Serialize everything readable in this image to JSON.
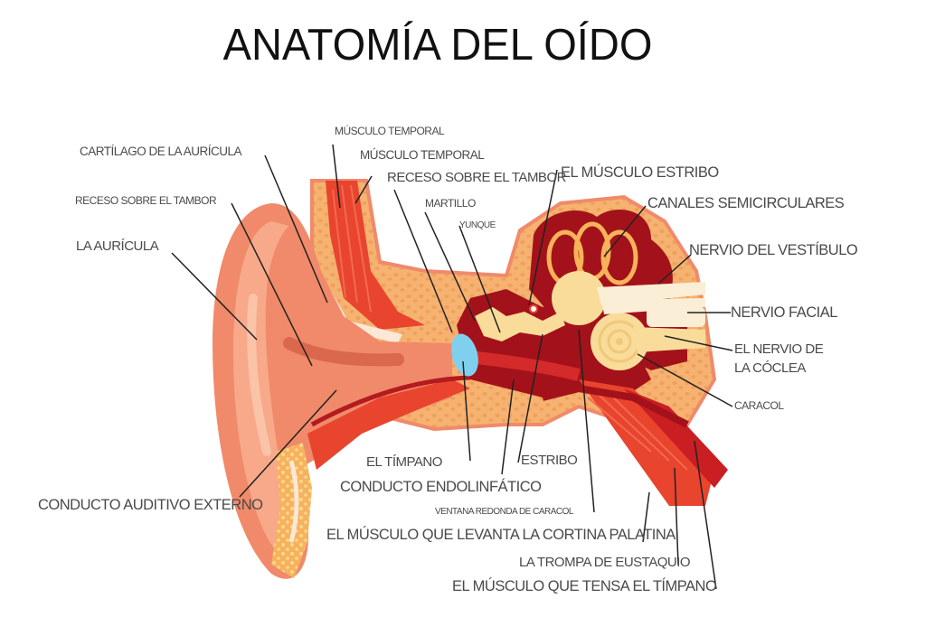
{
  "title": "ANATOMÍA DEL OÍDO",
  "colors": {
    "skin": "#f08a6a",
    "skin_light": "#f7a98a",
    "bone": "#f5b271",
    "bone_dots": "#fbd38f",
    "muscle": "#e8442e",
    "cavity": "#a3121a",
    "inner_ear": "#f9dc9a",
    "nerve": "#fbeed6",
    "eardrum": "#7fd0ef",
    "leader_line": "#222222",
    "label_text": "#4a4a4a",
    "title_text": "#111111"
  },
  "labels": [
    {
      "id": "cartilago-auricula",
      "text": "CARTÍLAGO DE LA AURÍCULA"
    },
    {
      "id": "receso-tambor-1",
      "text": "RECESO SOBRE EL TAMBOR"
    },
    {
      "id": "la-auricula",
      "text": "LA AURÍCULA"
    },
    {
      "id": "musculo-temporal-1",
      "text": "MÚSCULO TEMPORAL"
    },
    {
      "id": "musculo-temporal-2",
      "text": "MÚSCULO TEMPORAL"
    },
    {
      "id": "receso-tambor-2",
      "text": "RECESO SOBRE EL TAMBOR"
    },
    {
      "id": "martillo",
      "text": "MARTILLO"
    },
    {
      "id": "yunque",
      "text": "YUNQUE"
    },
    {
      "id": "musculo-estribo",
      "text": "EL MÚSCULO ESTRIBO"
    },
    {
      "id": "canales-semicirculares",
      "text": "CANALES SEMICIRCULARES"
    },
    {
      "id": "nervio-vestibulo",
      "text": "NERVIO DEL VESTÍBULO"
    },
    {
      "id": "nervio-facial",
      "text": "NERVIO FACIAL"
    },
    {
      "id": "nervio-coclea-1",
      "text": "EL NERVIO DE"
    },
    {
      "id": "nervio-coclea-2",
      "text": "LA CÓCLEA"
    },
    {
      "id": "caracol",
      "text": "CARACOL"
    },
    {
      "id": "conducto-auditivo",
      "text": "CONDUCTO AUDITIVO EXTERNO"
    },
    {
      "id": "el-timpano",
      "text": "EL TÍMPANO"
    },
    {
      "id": "estribo",
      "text": "ESTRIBO"
    },
    {
      "id": "conducto-endolinfatico",
      "text": "CONDUCTO ENDOLINFÁTICO"
    },
    {
      "id": "ventana-redonda",
      "text": "VENTANA REDONDA DE CARACOL"
    },
    {
      "id": "musculo-cortina",
      "text": "EL MÚSCULO QUE LEVANTA LA CORTINA PALATINA"
    },
    {
      "id": "trompa-eustaquio",
      "text": "LA TROMPA DE EUSTAQUIO"
    },
    {
      "id": "musculo-tensa",
      "text": "EL MÚSCULO QUE TENSA EL TÍMPANO"
    }
  ]
}
